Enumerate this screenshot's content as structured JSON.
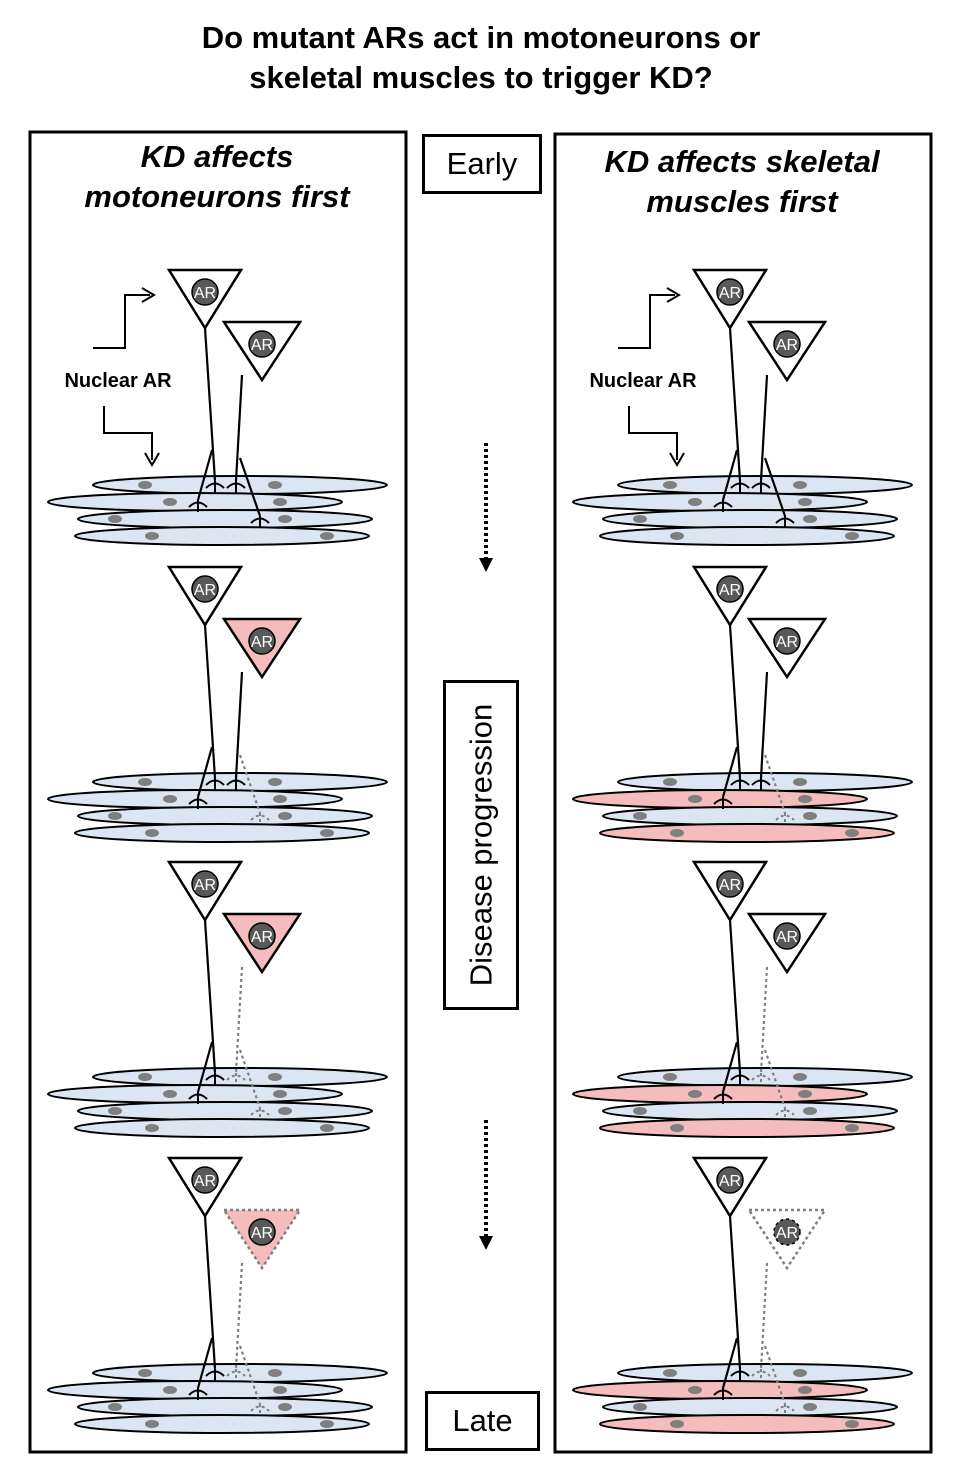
{
  "title": {
    "line1": "Do mutant ARs act in motoneurons or",
    "line2": "skeletal muscles to trigger KD?"
  },
  "left_panel": {
    "heading_line1": "KD affects",
    "heading_line2": "motoneurons first"
  },
  "right_panel": {
    "heading_line1": "KD affects skeletal",
    "heading_line2": "muscles first"
  },
  "timeline": {
    "early": "Early",
    "progression": "Disease progression",
    "late": "Late"
  },
  "labels": {
    "nuclear_ar": "Nuclear AR",
    "ar": "AR"
  },
  "colors": {
    "muscle_fill": "#dce6f2",
    "affected_fill": "#f4bcbc",
    "nucleus_fill": "#7f7f7f",
    "ar_nucleus_fill": "#595959",
    "dotted_gray": "#7f7f7f"
  }
}
